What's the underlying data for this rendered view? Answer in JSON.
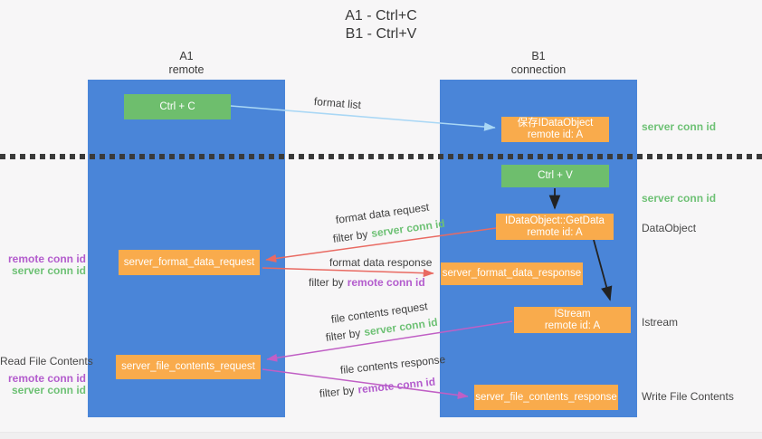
{
  "title": {
    "line1": "A1 - Ctrl+C",
    "line2": "B1 - Ctrl+V"
  },
  "machines": {
    "a1": {
      "name": "A1",
      "role": "remote"
    },
    "b1": {
      "name": "B1",
      "role": "connection"
    }
  },
  "nodes": {
    "ctrl_c": {
      "label": "Ctrl + C"
    },
    "save_idataobject": {
      "line1": "保存IDataObject",
      "line2": "remote id: A"
    },
    "ctrl_v": {
      "label": "Ctrl + V"
    },
    "getdata": {
      "line1": "IDataObject::GetData",
      "line2": "remote id: A"
    },
    "format_request": {
      "label": "server_format_data_request"
    },
    "format_response": {
      "label": "server_format_data_response"
    },
    "istream": {
      "line1": "IStream",
      "line2": "remote id: A"
    },
    "file_request": {
      "label": "server_file_contents_request"
    },
    "file_response": {
      "label": "server_file_contents_response"
    }
  },
  "flow_labels": {
    "format_list": "format list",
    "format_data_request": "format data request",
    "format_data_response": "format data response",
    "file_contents_request": "file contents request",
    "file_contents_response": "file contents response",
    "filter_by": "filter by",
    "server_conn_id": "server conn id",
    "remote_conn_id": "remote conn id"
  },
  "side_labels": {
    "left": {
      "remote_conn_id_1": "remote conn id",
      "server_conn_id_1": "server conn id",
      "read_file_contents": "Read File Contents",
      "remote_conn_id_2": "remote conn id",
      "server_conn_id_2": "server conn id"
    },
    "right": {
      "server_conn_id_1": "server conn id",
      "server_conn_id_2": "server conn id",
      "dataobject": "DataObject",
      "istream": "Istream",
      "write_file_contents": "Write File Contents"
    }
  },
  "colors": {
    "column_blue": "#4a85d8",
    "box_green": "#6ebe6d",
    "box_orange": "#f9ab4c",
    "arrow_blue": "#a9d7f5",
    "arrow_red": "#e96a62",
    "arrow_magenta": "#c05fc5",
    "arrow_black": "#222222",
    "text_green": "#6ec175",
    "text_purple": "#b35ccd",
    "text_dark": "#3f3f3f"
  }
}
